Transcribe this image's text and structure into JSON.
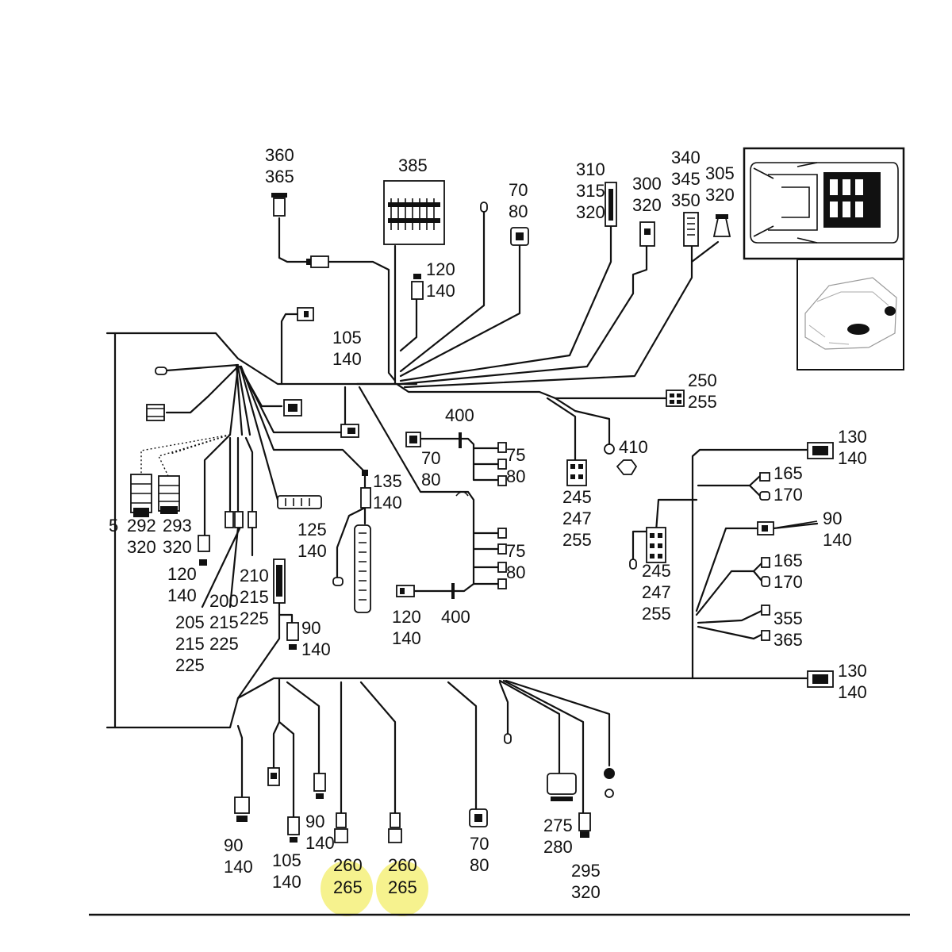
{
  "labels": {
    "l385": "385",
    "l360": "360",
    "l365": "365",
    "l70a": "70",
    "l80a": "80",
    "l310": "310",
    "l315": "315",
    "l320a": "320",
    "l300": "300",
    "l320b": "320",
    "l340": "340",
    "l345": "345",
    "l350": "350",
    "l305": "305",
    "l320c": "320",
    "l120a": "120",
    "l140a": "140",
    "l105a": "105",
    "l140b": "140",
    "l250": "250",
    "l255": "255",
    "l400a": "400",
    "l70b": "70",
    "l80b": "80",
    "l75a": "75",
    "l80c": "80",
    "l135": "135",
    "l140c": "140",
    "l245a": "245",
    "l247a": "247",
    "l255a": "255",
    "l410": "410",
    "l130a": "130",
    "l140d": "140",
    "l165a": "165",
    "l170a": "170",
    "l90a": "90",
    "l140e": "140",
    "l165b": "165",
    "l170b": "170",
    "l245b": "245",
    "l247b": "247",
    "l255b": "255",
    "l355": "355",
    "l365b": "365",
    "l130b": "130",
    "l140f": "140",
    "l5": "5",
    "l292": "292",
    "l320d": "320",
    "l293": "293",
    "l320e": "320",
    "l125": "125",
    "l140g": "140",
    "l75b": "75",
    "l80d": "80",
    "l120b": "120",
    "l140h": "140",
    "l120c": "120",
    "l140i": "140",
    "l400b": "400",
    "l200": "200",
    "l215a": "215",
    "l225a": "225",
    "l210": "210",
    "l215b": "215",
    "l225b": "225",
    "l205": "205",
    "l215c": "215",
    "l225c": "225",
    "l90b": "90",
    "l140j": "140",
    "l90c": "90",
    "l140k": "140",
    "l105b": "105",
    "l140l": "140",
    "l90d": "90",
    "l140m": "140",
    "l260a": "260",
    "l265a": "265",
    "l260b": "260",
    "l265b": "265",
    "l70c": "70",
    "l80e": "80",
    "l275": "275",
    "l280": "280",
    "l295": "295",
    "l320f": "320"
  },
  "highlight_color": "#f5f07a"
}
